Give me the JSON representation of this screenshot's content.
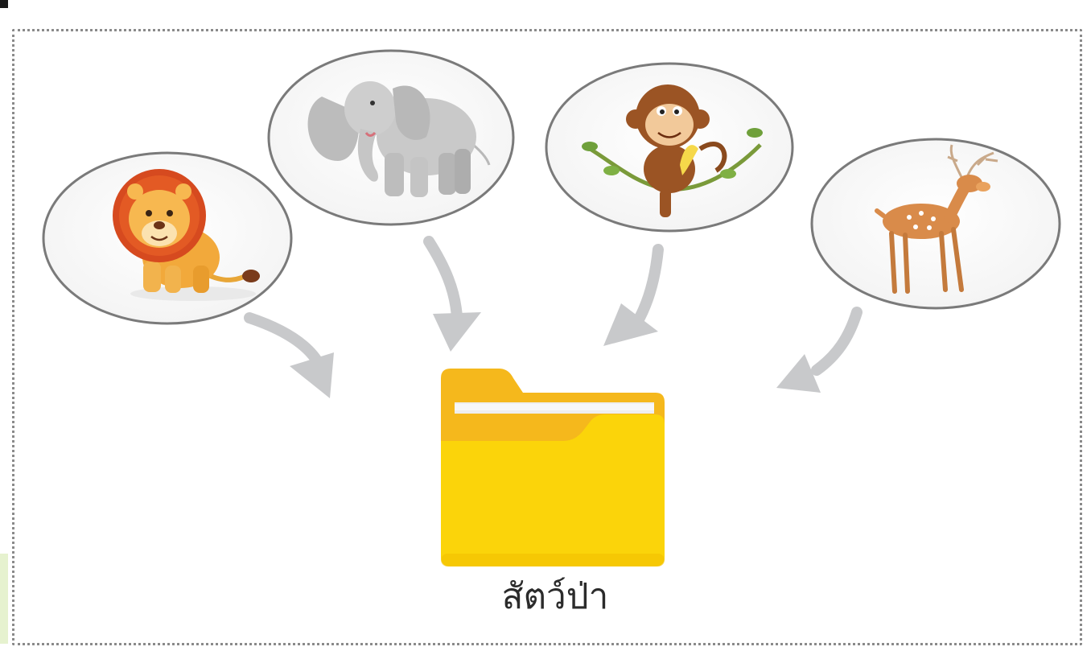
{
  "folder": {
    "label": "สัตว์ป่า",
    "color_front": "#fbd40a",
    "color_back": "#f5b81c",
    "color_paper": "#eeeeee"
  },
  "animals": [
    {
      "name": "lion",
      "icon": "lion-icon"
    },
    {
      "name": "elephant",
      "icon": "elephant-icon"
    },
    {
      "name": "monkey",
      "icon": "monkey-icon"
    },
    {
      "name": "deer",
      "icon": "deer-icon"
    }
  ],
  "style": {
    "frame_border": "#8a8a8a",
    "ellipse_stroke": "#7a7a7a",
    "arrow_color": "#c8c9cb"
  }
}
